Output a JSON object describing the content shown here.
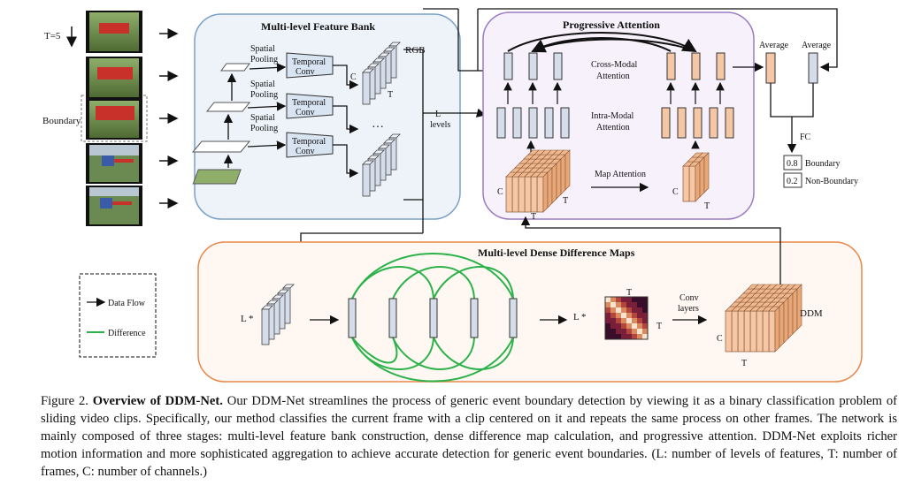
{
  "frames": {
    "t_label": "T=5",
    "boundary_label": "Boundary"
  },
  "feature_bank": {
    "title": "Multi-level Feature Bank",
    "spatial_pooling": [
      "Spatial\nPooling",
      "Spatial\nPooling",
      "Spatial\nPooling"
    ],
    "temporal_conv": [
      "Temporal\nConv",
      "Temporal\nConv",
      "Temporal\nConv"
    ],
    "c_label": "C",
    "t_label": "T",
    "rgb_label": "RGB",
    "dots": "···",
    "levels_label": "L\nlevels"
  },
  "attention": {
    "title": "Progressive Attention",
    "cross_modal": "Cross-Modal\nAttention",
    "intra_modal": "Intra-Modal\nAttention",
    "map_attention": "Map Attention",
    "c": "C",
    "t": "T",
    "average": [
      "Average",
      "Average"
    ],
    "fc": "FC",
    "outputs": [
      {
        "value": "0.8",
        "label": "Boundary"
      },
      {
        "value": "0.2",
        "label": "Non-Boundary"
      }
    ]
  },
  "ddm": {
    "title": "Multi-level Dense Difference Maps",
    "l_star": "L *",
    "l_star2": "L *",
    "t": "T",
    "conv_layers": "Conv\nlayers",
    "ddm_label": "DDM",
    "c": "C"
  },
  "legend": {
    "data_flow": "Data Flow",
    "difference": "Difference"
  },
  "caption": {
    "lead": "Figure 2.",
    "bold": "Overview of DDM-Net.",
    "text": "Our DDM-Net streamlines the process of generic event boundary detection by viewing it as a binary classification problem of sliding video clips. Specifically, our method classifies the current frame with a clip centered on it and repeats the same process on other frames. The network is mainly composed of three stages: multi-level feature bank construction, dense difference map calculation, and progressive attention. DDM-Net exploits richer motion information and more sophisticated aggregation to achieve accurate detection for generic event boundaries. (L: number of levels of features, T: number of frames, C: number of channels.)"
  },
  "colors": {
    "bank_blue": "#d9e4f2",
    "bank_border": "#7aa0c8",
    "attn_border": "#9b7cc4",
    "ddm_border": "#e8874a",
    "peach": "#f6c7a4",
    "bar_blue": "#d5dcea",
    "green": "#2bb24a"
  }
}
